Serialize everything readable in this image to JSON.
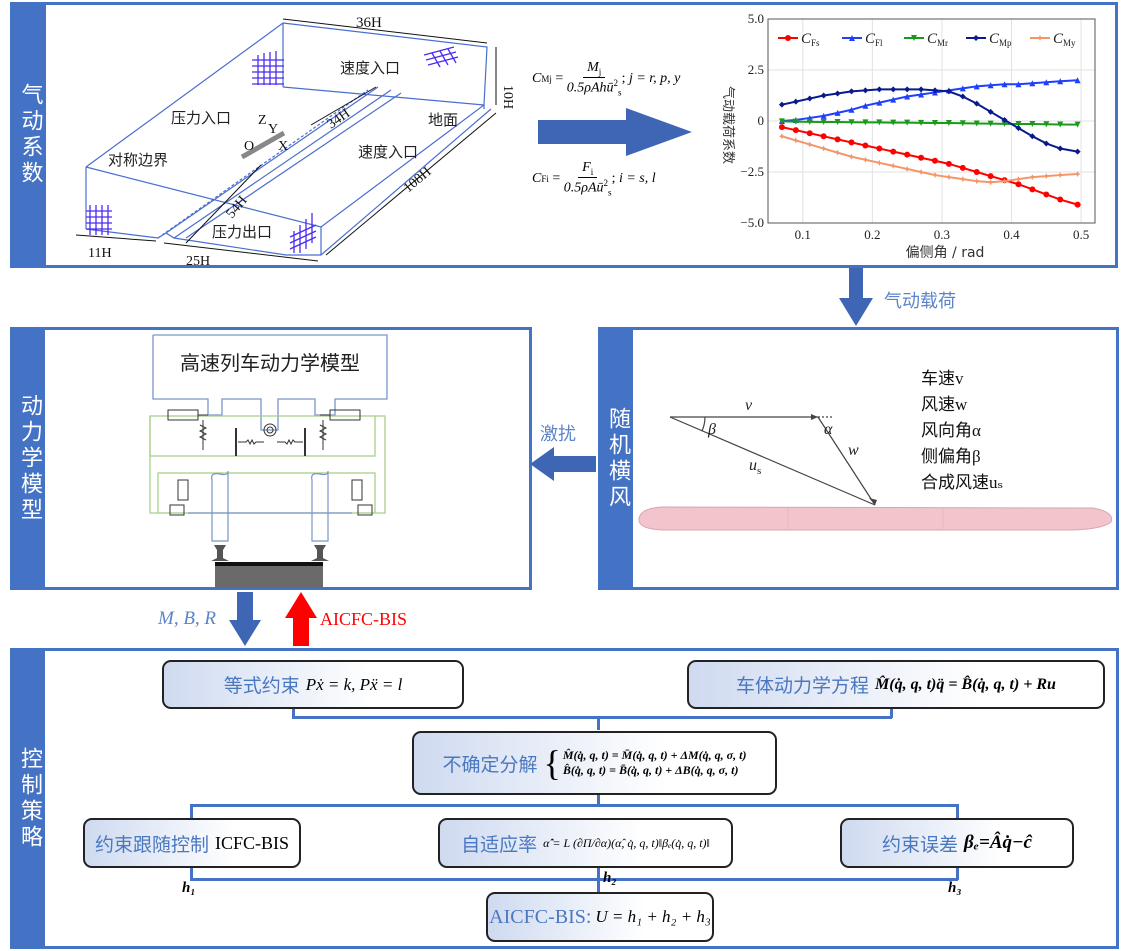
{
  "sections": {
    "aero": "气动系数",
    "dynamics": "动力学模型",
    "wind": "随机横风",
    "control": "控制策略"
  },
  "domain_figure": {
    "labels": {
      "speed_inlet_top": "速度入口",
      "pressure_inlet": "压力入口",
      "ground": "地面",
      "symmetry": "对称边界",
      "speed_inlet_side": "速度入口",
      "pressure_outlet": "压力出口"
    },
    "dims": {
      "w36": "36H",
      "h10": "10H",
      "l34": "34H",
      "l108": "108H",
      "l54": "54H",
      "w11": "11H",
      "w25": "25H"
    },
    "axes": {
      "z": "Z",
      "y": "Y",
      "o": "O",
      "x": "X"
    }
  },
  "formulas": {
    "cm_lhs": "C",
    "cm_sub": "Mj",
    "cm_num": "M",
    "cm_num_sub": "j",
    "cm_den": "0.5ρAhū",
    "cm_cond": "j = r, p, y",
    "cf_lhs": "C",
    "cf_sub": "Fi",
    "cf_num": "F",
    "cf_num_sub": "i",
    "cf_den": "0.5ρAū",
    "cf_cond": "i = s, l"
  },
  "chart_data": {
    "type": "line",
    "title": "",
    "xlabel": "偏侧角 / rad",
    "ylabel": "气动载荷系数",
    "xlim": [
      0.05,
      0.52
    ],
    "ylim": [
      -5.0,
      5.0
    ],
    "xticks": [
      "0.1",
      "0.2",
      "0.3",
      "0.4",
      "0.5"
    ],
    "yticks": [
      "5.0",
      "2.5",
      "0",
      "−2.5",
      "−5.0"
    ],
    "grid": true,
    "legend_position": "top",
    "x": [
      0.07,
      0.09,
      0.11,
      0.13,
      0.15,
      0.17,
      0.19,
      0.21,
      0.23,
      0.25,
      0.27,
      0.29,
      0.31,
      0.33,
      0.35,
      0.37,
      0.39,
      0.41,
      0.43,
      0.45,
      0.47,
      0.495
    ],
    "series": [
      {
        "name": "C_Fs",
        "label": "C",
        "sub": "Fs",
        "color": "#ff0000",
        "marker": "circle",
        "values": [
          -0.3,
          -0.45,
          -0.6,
          -0.75,
          -0.9,
          -1.05,
          -1.2,
          -1.35,
          -1.5,
          -1.65,
          -1.8,
          -1.95,
          -2.1,
          -2.3,
          -2.5,
          -2.7,
          -2.9,
          -3.1,
          -3.35,
          -3.6,
          -3.85,
          -4.1
        ]
      },
      {
        "name": "C_Fl",
        "label": "C",
        "sub": "Fl",
        "color": "#1f3fff",
        "marker": "triangle-up",
        "values": [
          0.0,
          0.05,
          0.15,
          0.25,
          0.4,
          0.55,
          0.75,
          0.9,
          1.05,
          1.2,
          1.3,
          1.4,
          1.5,
          1.6,
          1.7,
          1.75,
          1.8,
          1.8,
          1.85,
          1.9,
          1.95,
          2.0
        ]
      },
      {
        "name": "C_Mr",
        "label": "C",
        "sub": "Mr",
        "color": "#1a9a1a",
        "marker": "triangle-down",
        "values": [
          -0.02,
          -0.03,
          -0.04,
          -0.05,
          -0.05,
          -0.06,
          -0.07,
          -0.07,
          -0.08,
          -0.08,
          -0.09,
          -0.1,
          -0.1,
          -0.11,
          -0.12,
          -0.13,
          -0.14,
          -0.15,
          -0.15,
          -0.16,
          -0.17,
          -0.18
        ]
      },
      {
        "name": "C_Mp",
        "label": "C",
        "sub": "Mp",
        "color": "#0a1a8c",
        "marker": "diamond",
        "values": [
          0.8,
          0.95,
          1.1,
          1.25,
          1.35,
          1.45,
          1.5,
          1.55,
          1.55,
          1.55,
          1.55,
          1.5,
          1.45,
          1.2,
          0.85,
          0.45,
          0.05,
          -0.35,
          -0.75,
          -1.1,
          -1.35,
          -1.5
        ]
      },
      {
        "name": "C_My",
        "label": "C",
        "sub": "My",
        "color": "#f4956a",
        "marker": "star",
        "values": [
          -0.75,
          -0.95,
          -1.15,
          -1.35,
          -1.55,
          -1.75,
          -1.9,
          -2.05,
          -2.2,
          -2.35,
          -2.5,
          -2.65,
          -2.75,
          -2.85,
          -2.95,
          -3.0,
          -2.95,
          -2.85,
          -2.75,
          -2.7,
          -2.65,
          -2.6
        ]
      }
    ]
  },
  "arrows": {
    "aero_load": "气动载荷",
    "disturbance": "激扰",
    "mbr": "M, B, R",
    "aicfc": "AICFC-BIS"
  },
  "dynamics_figure": {
    "title": "高速列车动力学模型"
  },
  "wind_figure": {
    "v": "v",
    "beta": "β",
    "alpha": "α",
    "w": "w",
    "us": "u",
    "us_sub": "s",
    "legend": [
      "车速v",
      "风速w",
      "风向角α",
      "侧偏角β",
      "合成风速uₛ"
    ]
  },
  "control": {
    "eq_constraint_label": "等式约束",
    "eq_constraint_formula": "Pẋ = k, Pẍ = l",
    "body_dyn_label": "车体动力学方程",
    "body_dyn_formula": "M̂(q̇, q, t)q̈ = B̂(q̇, q, t) + Ru",
    "uncert_label": "不确定分解",
    "uncert_line1": "M̂(q̇, q, t) = M̄(q̇, q, t) + ΔM(q̇, q, σ, t)",
    "uncert_line2": "B̂(q̇, q, t) = B̄(q̇, q, t) + ΔB(q̇, q, σ, t)",
    "track_label": "约束跟随控制",
    "track_formula": "ICFC-BIS",
    "adapt_label": "自适应率",
    "adapt_formula": "α̂̇ = L (∂Π/∂α)(α̂, q̇, q, t)‖βₑ(q̇, q, t)‖",
    "err_label": "约束误差",
    "err_formula": "βₑ=Âq̇−ĉ",
    "final_label": "AICFC-BIS:",
    "final_formula": "U = h₁ + h₂ + h₃",
    "h1": "h₁",
    "h2": "h₂",
    "h3": "h₃"
  },
  "colors": {
    "accent": "#4472c4",
    "red_arrow": "#ff0000",
    "label_blue": "#5b85c8",
    "train_pink": "#f2c4cc"
  }
}
